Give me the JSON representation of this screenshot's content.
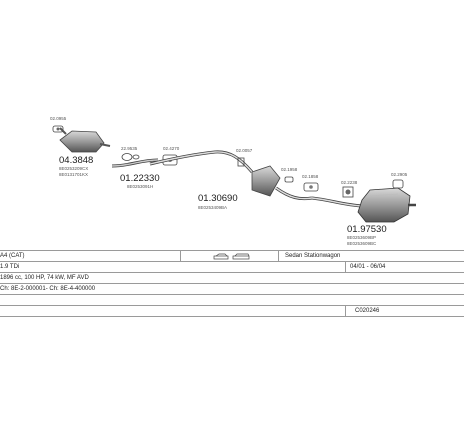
{
  "parts": {
    "p01": {
      "code": "02.0955"
    },
    "p02": {
      "code": "04.3848",
      "ref1": "8E0253209CX",
      "ref2": "8E0131701KX"
    },
    "p03": {
      "code": "22.9535"
    },
    "p04": {
      "code": "01.22330",
      "ref": "8E0253091H"
    },
    "p05": {
      "code": "02.4270"
    },
    "p06": {
      "code": "01.30690",
      "ref": "8E0253409BA"
    },
    "p07": {
      "code": "02.0057"
    },
    "p08": {
      "code": "02.1958"
    },
    "p09": {
      "code": "02.1858"
    },
    "p10": {
      "code": "02.2238"
    },
    "p11": {
      "code": "02.2905"
    },
    "p12": {
      "code": "01.97530",
      "ref1": "8E0253609BP",
      "ref2": "8E0253609BC"
    }
  },
  "vehicle": {
    "model": "A4 (CAT)",
    "body": "Sedan Stationwagon",
    "engine": "1.9 TDi",
    "period": "04/01 - 06/04",
    "spec": "1896 cc, 100 HP, 74 kW, MF AVD",
    "chassis": "Ch: 8E-2-000001- Ch: 8E-4-400000",
    "diagram_id": "C020246"
  },
  "colors": {
    "line": "#444444",
    "table_border": "#9a9a9a"
  }
}
